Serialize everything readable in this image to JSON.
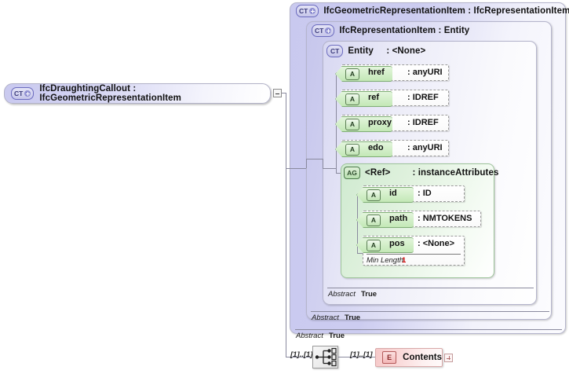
{
  "diagram": {
    "type": "xsd-schema-diagram",
    "root_element": {
      "icon": "complextype-expand-icon",
      "icon_label": "CT",
      "label": "IfcDraughtingCallout : IfcGeometricRepresentationItem",
      "name": "IfcDraughtingCallout",
      "type": "IfcGeometricRepresentationItem",
      "toggle": "collapse-minus"
    },
    "panels": [
      {
        "icon_label": "CT",
        "label": "IfcGeometricRepresentationItem : IfcRepresentationItem",
        "name": "IfcGeometricRepresentationItem",
        "type": "IfcRepresentationItem",
        "abstract_label": "Abstract",
        "abstract_value": "True"
      },
      {
        "icon_label": "CT",
        "label": "IfcRepresentationItem : Entity",
        "name": "IfcRepresentationItem",
        "type": "Entity",
        "abstract_label": "Abstract",
        "abstract_value": "True"
      },
      {
        "icon_label": "CT",
        "label": "Entity     : <None>",
        "name": "Entity",
        "type": "<None>",
        "abstract_label": "Abstract",
        "abstract_value": "True"
      }
    ],
    "attributes": [
      {
        "icon_label": "A",
        "name": "href",
        "type": ": anyURI"
      },
      {
        "icon_label": "A",
        "name": "ref",
        "type": ": IDREF"
      },
      {
        "icon_label": "A",
        "name": "proxy",
        "type": ": IDREF"
      },
      {
        "icon_label": "A",
        "name": "edo",
        "type": ": anyURI"
      }
    ],
    "attribute_group": {
      "icon_label": "AG",
      "name": "<Ref>",
      "type": ": instanceAttributes",
      "attributes": [
        {
          "icon_label": "A",
          "name": "id",
          "type": ": ID",
          "facet_label": "",
          "facet_value": ""
        },
        {
          "icon_label": "A",
          "name": "path",
          "type": ": NMTOKENS",
          "facet_label": "",
          "facet_value": ""
        },
        {
          "icon_label": "A",
          "name": "pos",
          "type": ": <None>",
          "facet_label": "Min Length",
          "facet_value": "1"
        }
      ]
    },
    "sequence": {
      "icon": "sequence-compositor-icon",
      "occurs_left": "[1]..[1]",
      "occurs_right": "[1]..[1]"
    },
    "child_element": {
      "icon_label": "E",
      "label": "Contents",
      "toggle": "expand-plus"
    },
    "colors": {
      "complextype_fill": "#ccccf0",
      "attribute_fill": "#c3e8b6",
      "attributegroup_fill": "#dff1dd",
      "element_fill": "#fadada",
      "facet_value": "#cc0000",
      "connector": "#8a8a9e"
    }
  }
}
